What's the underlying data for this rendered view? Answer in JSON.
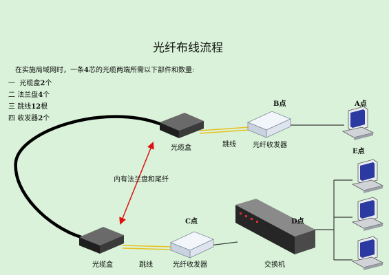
{
  "title": "光纤布线流程",
  "intro": {
    "prefix": "在实施局域网时，一条",
    "number": "4",
    "suffix": "芯的光缆两端所需以下部件和数量:"
  },
  "items": [
    {
      "marker": "一",
      "name": "光缆盒",
      "qty": "2",
      "unit": "个"
    },
    {
      "marker": "二",
      "name": "法兰盘",
      "qty": "4",
      "unit": "个"
    },
    {
      "marker": "三",
      "name": "跳线",
      "qty": "12",
      "unit": "根"
    },
    {
      "marker": "四",
      "name": "收发器",
      "qty": "2",
      "unit": "个"
    }
  ],
  "labels": {
    "box_top": "光缆盒",
    "jumper_top": "跳线",
    "transceiver_top": "光纤收发器",
    "point_b": "B点",
    "point_a": "A点",
    "point_e": "E点",
    "point_c": "C点",
    "point_d": "D点",
    "annotation": "内有法兰盘和尾纤",
    "box_bottom": "光缆盒",
    "jumper_bottom": "跳线",
    "transceiver_bottom": "光纤收发器",
    "switch": "交换机"
  },
  "colors": {
    "background": "#d9f2d9",
    "cable": "#000000",
    "arrow": "#dd1111",
    "jumper": "#e8c020",
    "network_line": "#3a3a3a"
  }
}
